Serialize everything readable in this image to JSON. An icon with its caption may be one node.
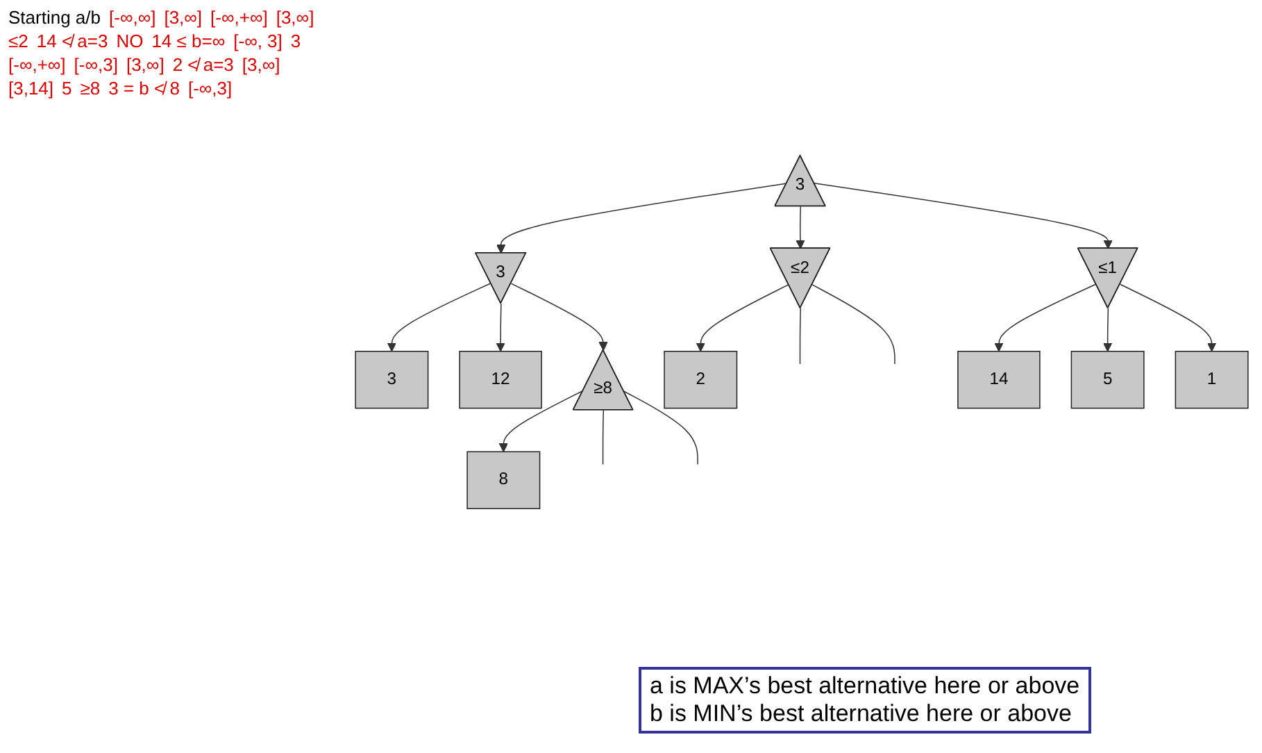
{
  "diagram": {
    "nodes": [
      {
        "text": [
          "3"
        ]
      },
      {
        "text": [
          "3"
        ]
      },
      {
        "text": [
          "≤2"
        ]
      },
      {
        "text": [
          "≤1"
        ]
      },
      {
        "text": [
          "3"
        ]
      },
      {
        "text": [
          "12"
        ]
      },
      {
        "text": [
          "2"
        ]
      },
      {
        "text": [
          "14"
        ]
      },
      {
        "text": [
          "5"
        ]
      },
      {
        "text": [
          "1"
        ]
      },
      {
        "text": [
          "≥8"
        ]
      },
      {
        "text": [
          "8"
        ]
      }
    ],
    "edges": [
      {
        "from": 0,
        "to": 1,
        "arrow": "to"
      },
      {
        "from": 0,
        "to": 2,
        "arrow": "to"
      },
      {
        "from": 0,
        "to": 3,
        "arrow": "to"
      },
      {
        "from": 1,
        "to": 4,
        "arrow": "to"
      },
      {
        "from": 1,
        "to": 5,
        "arrow": "to"
      },
      {
        "from": 1,
        "to": 10,
        "arrow": "to"
      },
      {
        "from": 2,
        "to": 6,
        "arrow": "to"
      },
      {
        "from": 2,
        "to": null,
        "arrow": "none"
      },
      {
        "from": 2,
        "to": null,
        "arrow": "none"
      },
      {
        "from": 3,
        "to": 7,
        "arrow": "to"
      },
      {
        "from": 3,
        "to": 8,
        "arrow": "to"
      },
      {
        "from": 3,
        "to": 9,
        "arrow": "to"
      },
      {
        "from": 10,
        "to": 11,
        "arrow": "to"
      },
      {
        "from": 10,
        "to": null,
        "arrow": "none"
      },
      {
        "from": 10,
        "to": null,
        "arrow": "none"
      }
    ],
    "labels": [
      "Starting a/b",
      "[-∞,∞]",
      "[3,∞]",
      "[-∞,+∞]",
      "[3,∞]",
      "≤2",
      "14 ≮ a=3",
      "NO",
      "14 ≤ b=∞",
      "[-∞, 3]",
      "3",
      "[-∞,+∞]",
      "[-∞,3]",
      "[3,∞]",
      "2 ≮ a=3",
      "[3,∞]",
      "[3,14]",
      "5",
      "≥8",
      "3 = b ≮ 8",
      "[-∞,3]",
      "a is MAX’s best alternative here or above",
      "b is MIN’s best alternative here or above"
    ]
  }
}
